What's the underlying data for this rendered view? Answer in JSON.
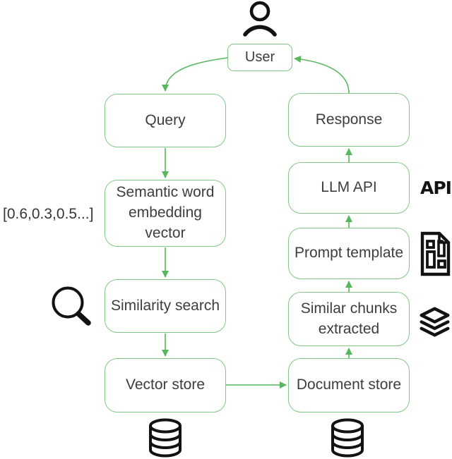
{
  "diagram": {
    "type": "flowchart",
    "topic": "RAG pipeline",
    "nodes": {
      "user": "User",
      "query": "Query",
      "embedding": "Semantic word embedding vector",
      "similarity": "Similarity search",
      "vector_store": "Vector store",
      "document_store": "Document store",
      "similar_chunks": "Similar chunks extracted",
      "prompt_template": "Prompt template",
      "llm_api": "LLM API",
      "response": "Response"
    },
    "annotations": {
      "embedding_vector_sample": "[0.6,0.3,0.5...]",
      "api_icon_label": "API"
    },
    "edges": [
      {
        "from": "user",
        "to": "query"
      },
      {
        "from": "query",
        "to": "embedding"
      },
      {
        "from": "embedding",
        "to": "similarity"
      },
      {
        "from": "similarity",
        "to": "vector_store"
      },
      {
        "from": "vector_store",
        "to": "document_store"
      },
      {
        "from": "document_store",
        "to": "similar_chunks"
      },
      {
        "from": "similar_chunks",
        "to": "prompt_template"
      },
      {
        "from": "prompt_template",
        "to": "llm_api"
      },
      {
        "from": "llm_api",
        "to": "response"
      },
      {
        "from": "response",
        "to": "user"
      }
    ],
    "icons": [
      "person-icon",
      "search-icon",
      "database-icon-left",
      "database-icon-right",
      "layers-icon",
      "template-icon",
      "api-icon"
    ],
    "colors": {
      "box_border": "#82c787",
      "arrow": "#57b75c",
      "icon": "#121212",
      "text": "#3d3d3d",
      "background": "#ffffff"
    }
  }
}
